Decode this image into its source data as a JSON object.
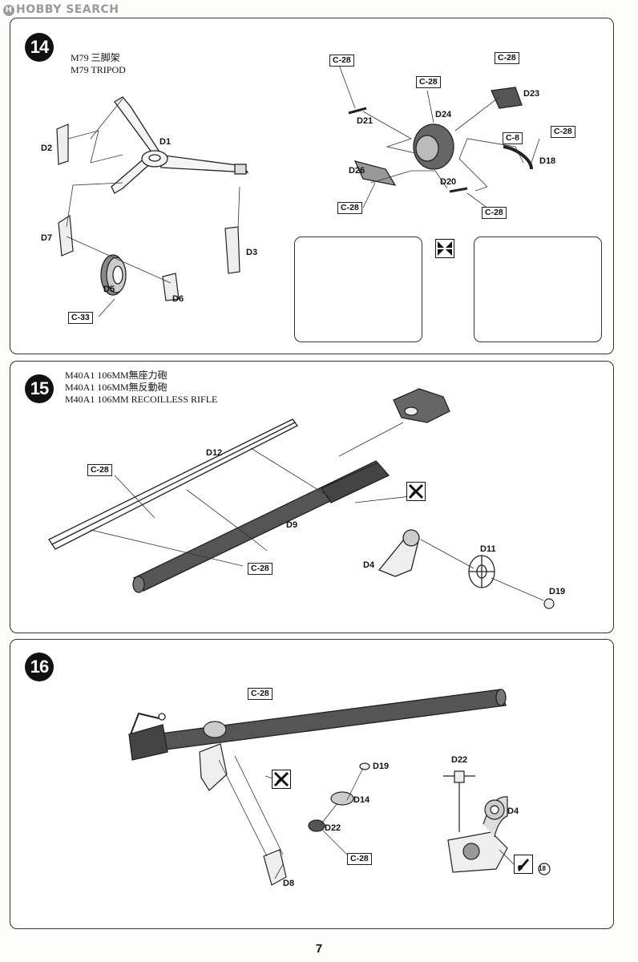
{
  "watermark": {
    "logo": "H",
    "text": "HOBBY SEARCH"
  },
  "page_number": "7",
  "steps": [
    {
      "number": "14",
      "titles": [
        "M79 三脚架",
        "M79 TRIPOD"
      ],
      "parts": [
        "D1",
        "D2",
        "D3",
        "D5",
        "D6",
        "D7",
        "D21",
        "D23",
        "D24",
        "D26",
        "D20",
        "D18"
      ],
      "codes": [
        "C-33",
        "C-28",
        "C-28",
        "C-28",
        "C-8",
        "C-28",
        "C-28",
        "C-28"
      ],
      "glue_icon": "cement-icon"
    },
    {
      "number": "15",
      "titles": [
        "M40A1 106MM無座力砲",
        "M40A1 106MM無反動砲",
        "M40A1 106MM RECOILLESS RIFLE"
      ],
      "parts": [
        "D12",
        "D9",
        "D4",
        "D11",
        "D19"
      ],
      "codes": [
        "C-28",
        "C-28"
      ],
      "glue_icon": "no-cement-icon"
    },
    {
      "number": "16",
      "titles": [],
      "parts": [
        "D19",
        "D14",
        "D22",
        "D8",
        "D22",
        "D4"
      ],
      "codes": [
        "C-28",
        "C-28"
      ],
      "ref_step": "18",
      "glue_icon": "no-cement-icon"
    }
  ]
}
